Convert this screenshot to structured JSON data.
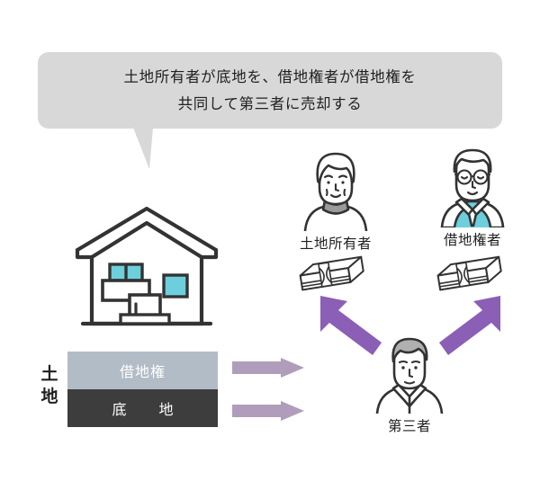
{
  "diagram": {
    "title_bubble": {
      "text": "土地所有者が底地を、借地権者が借地権を\n共同して第三者に売却する",
      "bg_color": "#d8d8d8"
    },
    "land": {
      "axis_label": "土地",
      "axis_label_chars": [
        "土",
        "地"
      ],
      "blocks": [
        {
          "label": "借地権",
          "color": "#b2bcc6",
          "text_color": "#ffffff"
        },
        {
          "label": "底　地",
          "color": "#3d3d3d",
          "text_color": "#ffffff"
        }
      ]
    },
    "house": {
      "icon": "house-icon",
      "window_color": "#6ecfdc",
      "outline_color": "#333333"
    },
    "persons": [
      {
        "id": "land-owner",
        "name": "土地所有者",
        "icon": "elderly-woman-icon",
        "clothing_color": "#ffffff",
        "collar_color": "#9a9a9a"
      },
      {
        "id": "leaseholder",
        "name": "借地権者",
        "icon": "elderly-man-glasses-icon",
        "clothing_color": "#6ecfdc"
      },
      {
        "id": "third-party",
        "name": "第三者",
        "icon": "middle-aged-man-icon",
        "hair_color": "#b0b0b0"
      }
    ],
    "money": [
      {
        "id": "money-to-owner",
        "icon": "banknote-bundle-icon"
      },
      {
        "id": "money-to-leaseholder",
        "icon": "banknote-bundle-icon"
      }
    ],
    "arrows": {
      "flat_color": "#b09dbb",
      "diagonal_color": "#8b5fb5",
      "flat": [
        {
          "id": "leasehold-transfer-arrow",
          "direction": "right"
        },
        {
          "id": "underlying-land-transfer-arrow",
          "direction": "right"
        }
      ],
      "diagonal": [
        {
          "id": "payment-to-owner-arrow",
          "direction": "up-left"
        },
        {
          "id": "payment-to-leaseholder-arrow",
          "direction": "up-right"
        }
      ]
    }
  }
}
